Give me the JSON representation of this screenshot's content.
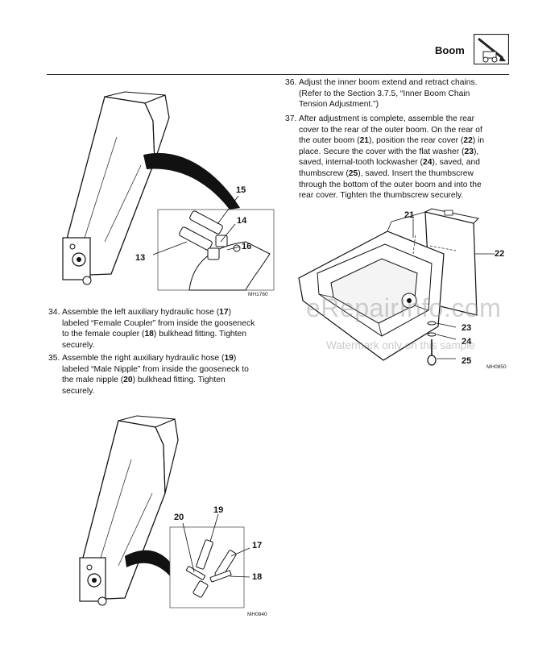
{
  "header": {
    "section_title": "Boom",
    "icon": "boom-machine-icon"
  },
  "steps": {
    "s34": {
      "number": "34.",
      "l1": "Assemble the left auxiliary hydraulic hose (",
      "l1_ref": "17",
      "l1_end": ")",
      "l2": "labeled “Female Coupler” from inside the gooseneck",
      "l3a": "to the female coupler (",
      "l3_ref": "18",
      "l3b": ") bulkhead fitting. Tighten",
      "l4": "securely."
    },
    "s35": {
      "number": "35.",
      "l1": "Assemble the right auxiliary hydraulic hose (",
      "l1_ref": "19",
      "l1_end": ")",
      "l2": "labeled “Male Nipple” from inside the gooseneck to",
      "l3a": "the male nipple (",
      "l3_ref": "20",
      "l3b": ") bulkhead fitting. Tighten",
      "l4": "securely."
    },
    "s36": {
      "number": "36.",
      "l1": "Adjust the inner boom extend and retract chains.",
      "l2": "(Refer to the Section 3.7.5, “Inner Boom Chain",
      "l3": "Tension Adjustment.”)"
    },
    "s37": {
      "number": "37.",
      "l1": "After adjustment is complete, assemble the rear",
      "l2": "cover to the rear of the outer boom. On the rear of",
      "l3a": "the outer boom (",
      "l3_ref": "21",
      "l3b": "), position the rear cover (",
      "l3_ref2": "22",
      "l3c": ") in",
      "l4a": "place. Secure the cover with the flat washer (",
      "l4_ref": "23",
      "l4b": "),",
      "l5a": "saved, internal-tooth lockwasher (",
      "l5_ref": "24",
      "l5b": "), saved, and",
      "l6a": "thumbscrew (",
      "l6_ref": "25",
      "l6b": "), saved. Insert the thumbscrew",
      "l7": "through the bottom of the outer boom and into the",
      "l8": "rear cover. Tighten the thumbscrew securely."
    }
  },
  "figures": {
    "fig1": {
      "id": "MH1760",
      "callouts": [
        "15",
        "14",
        "16",
        "13"
      ]
    },
    "fig2": {
      "id": "MH0850",
      "callouts": [
        "21",
        "22",
        "23",
        "24",
        "25"
      ]
    },
    "fig3": {
      "id": "MH0840",
      "callouts": [
        "19",
        "20",
        "17",
        "18"
      ]
    }
  },
  "watermark": {
    "brand": "eRepairInfo.com",
    "note": "Watermark only on this sample"
  }
}
